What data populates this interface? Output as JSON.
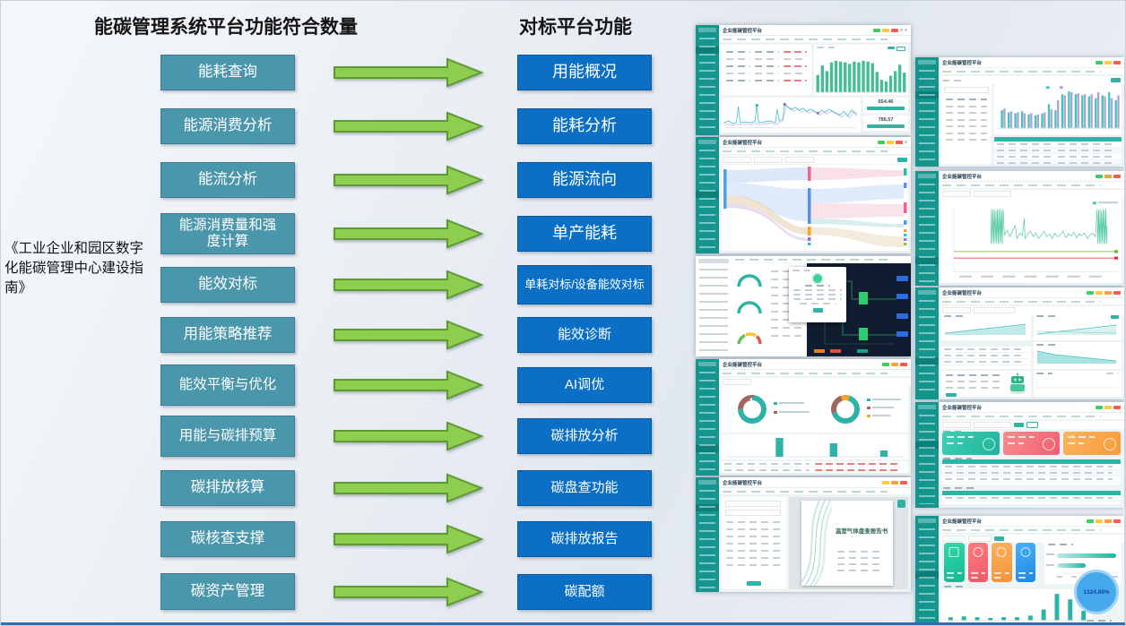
{
  "slide": {
    "left_header": "能碳管理系统平台功能符合数量",
    "right_header": "对标平台功能",
    "side_label": "《工业企业和园区数字化能碳管理中心建设指南》",
    "rows": [
      {
        "left": "能耗查询",
        "right": "用能概况"
      },
      {
        "left": "能源消费分析",
        "right": "能耗分析"
      },
      {
        "left": "能流分析",
        "right": "能源流向"
      },
      {
        "left": "能源消费量和强度计算",
        "right": "单产能耗"
      },
      {
        "left": "能效对标",
        "right": "单耗对标/设备能效对标"
      },
      {
        "left": "用能策略推荐",
        "right": "能效诊断"
      },
      {
        "left": "能效平衡与优化",
        "right": "AI调优"
      },
      {
        "left": "用能与碳排预算",
        "right": "碳排放分析"
      },
      {
        "left": "碳排放核算",
        "right": "碳盘查功能"
      },
      {
        "left": "碳核查支撑",
        "right": "碳排放报告"
      },
      {
        "left": "碳资产管理",
        "right": "碳配额"
      }
    ],
    "colors": {
      "source_box": "#4A97AC",
      "target_box": "#0B70C5",
      "arrow_green": "#8DCE4E",
      "dashboard_teal": "#14968F",
      "quota_circle_blue": "#45A9EC"
    }
  },
  "shots": {
    "app_title": "企业能碳管控平台",
    "overview": {
      "value1": "654.46",
      "value2": "786.57"
    },
    "report": {
      "cover_title": "温室气体盘查报告书"
    },
    "quota": {
      "circle_value": "1324.89%"
    }
  }
}
